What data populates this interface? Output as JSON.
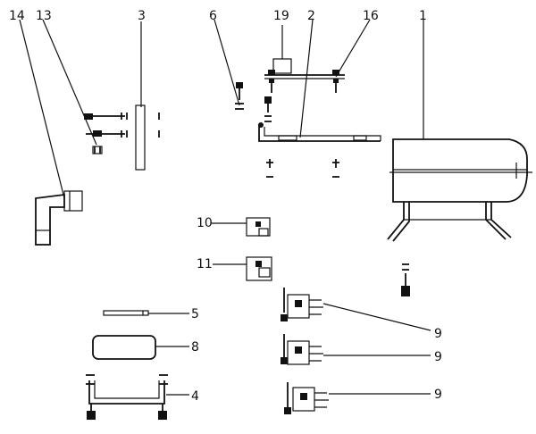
{
  "callouts": {
    "c1": "1",
    "c2": "2",
    "c3": "3",
    "c4": "4",
    "c5": "5",
    "c6": "6",
    "c8": "8",
    "c9a": "9",
    "c9b": "9",
    "c9c": "9",
    "c10": "10",
    "c11": "11",
    "c13": "13",
    "c14": "14",
    "c16": "16",
    "c19": "19"
  }
}
